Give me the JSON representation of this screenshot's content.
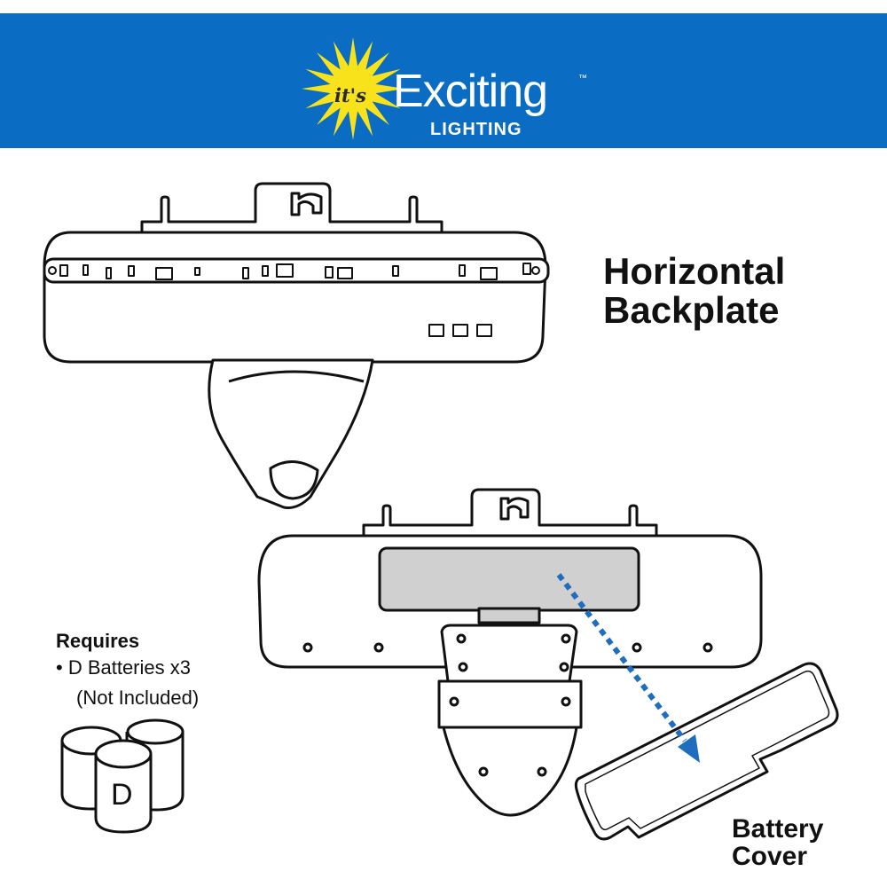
{
  "brand": {
    "its": "it's",
    "name": "Exciting",
    "tm": "™",
    "subtitle": "LIGHTING",
    "banner_color": "#0a6cc2",
    "sun_color": "#f7e21b"
  },
  "labels": {
    "horizontal": "Horizontal",
    "backplate": "Backplate",
    "battery": "Battery",
    "cover": "Cover"
  },
  "requirements": {
    "heading": "Requires",
    "item": "• D Batteries x3",
    "note": "(Not Included)",
    "battery_letter": "D"
  },
  "colors": {
    "outline": "#111111",
    "battery_compartment": "#d0d0d0",
    "arrow": "#1f6dbf"
  },
  "icons": [
    "sun-logo-icon",
    "d-battery-icon",
    "arrow-icon"
  ]
}
